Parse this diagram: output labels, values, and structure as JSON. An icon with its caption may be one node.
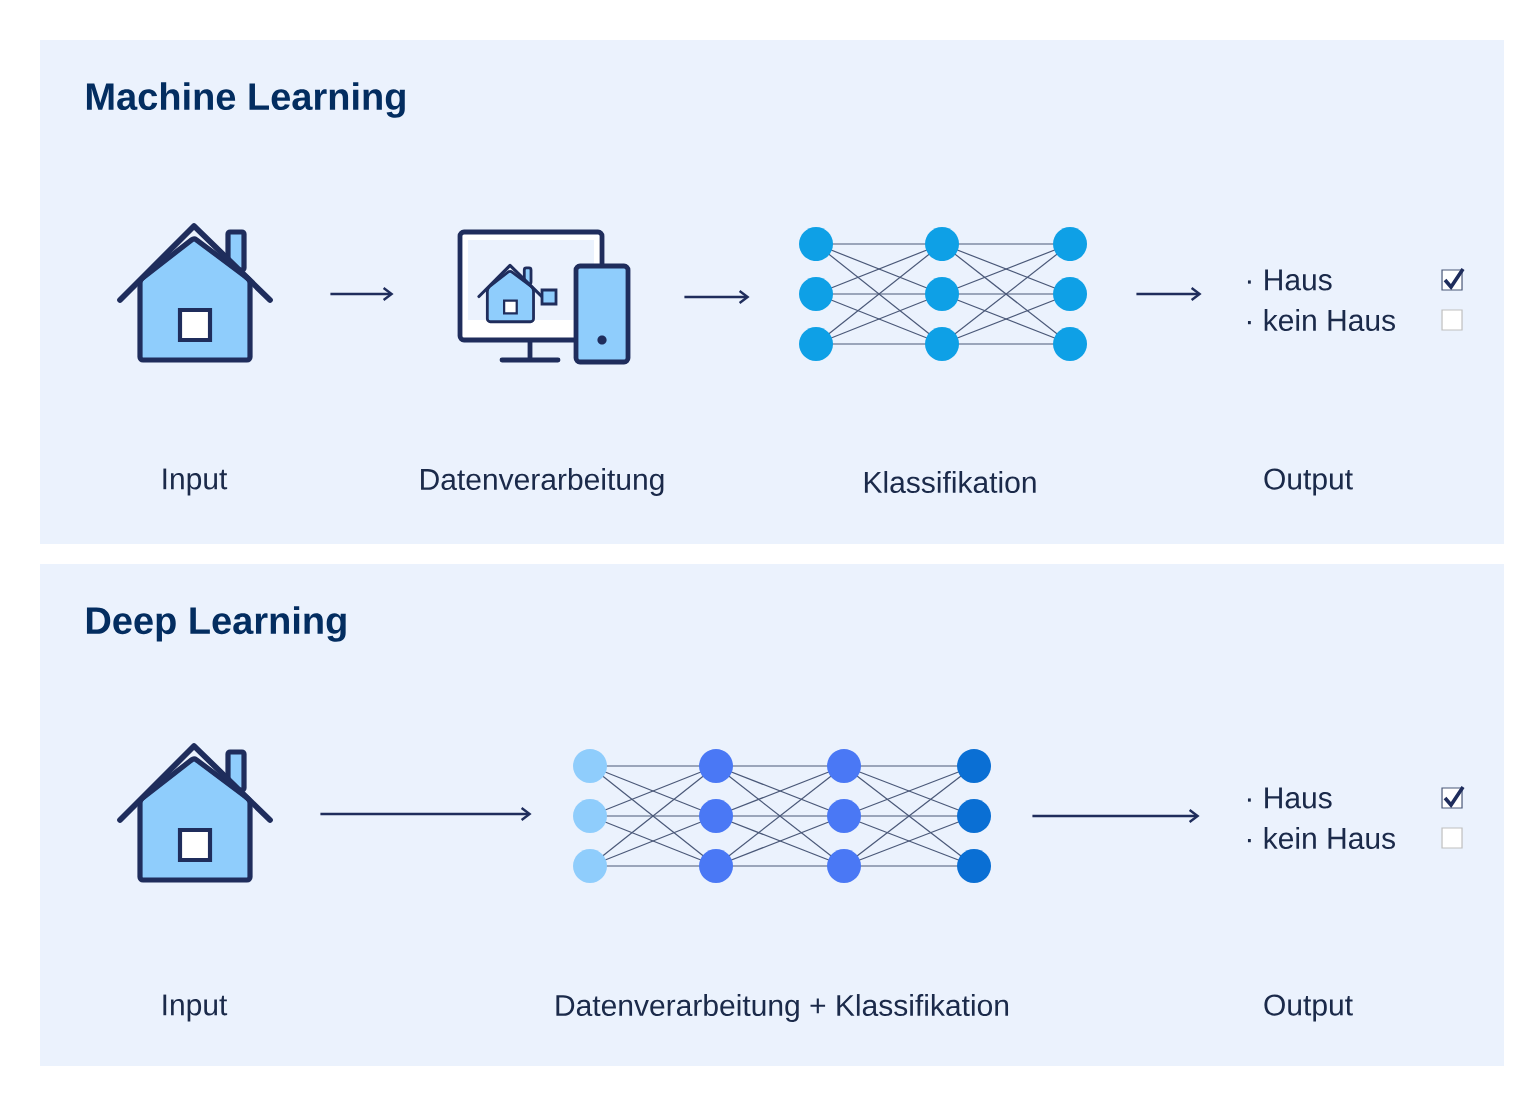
{
  "diagram": {
    "nodes": [
      {
        "text": [
          "Machine Learning"
        ]
      },
      {
        "text": [],
        "shape": "picture",
        "in": 0
      },
      {
        "text": [],
        "shape": "picture",
        "in": 0
      },
      {
        "text": [],
        "shape": "picture",
        "in": 0
      },
      {
        "text": [
          "· Haus",
          "· kein Haus"
        ],
        "in": 0
      },
      {
        "text": [
          "Deep Learning"
        ]
      },
      {
        "text": [],
        "shape": "picture",
        "in": 5
      },
      {
        "text": [],
        "shape": "picture",
        "in": 5
      },
      {
        "text": [
          "· Haus",
          "· kein Haus"
        ],
        "in": 5
      }
    ],
    "edges": [
      {
        "from": 1,
        "to": 2,
        "arrow": "to"
      },
      {
        "from": 2,
        "to": 3,
        "arrow": "to"
      },
      {
        "from": 3,
        "to": 4,
        "arrow": "to"
      },
      {
        "from": 6,
        "to": 7,
        "arrow": "to"
      },
      {
        "from": 7,
        "to": 8,
        "arrow": "to"
      }
    ],
    "labels": [
      "Input",
      "Datenverarbeitung",
      "Klassifikation",
      "Output",
      "Input",
      "Datenverarbeitung + Klassifikation",
      "Output"
    ]
  }
}
